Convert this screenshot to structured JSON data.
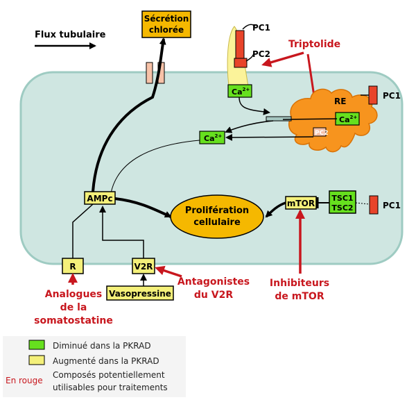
{
  "colors": {
    "cell_fill": "#cfe6e1",
    "cell_stroke": "#9ecbc2",
    "decreased": "#66e01e",
    "increased": "#f4f07a",
    "secretion": "#f5b800",
    "proliferation": "#f5b800",
    "er": "#f7941e",
    "pc1": "#e8442a",
    "channel": "#f7c2a8",
    "treatment_red": "#c8171e",
    "cilium": "#fbf39a"
  },
  "labels": {
    "flux": "Flux tubulaire",
    "secretion_line1": "Sécrétion",
    "secretion_line2": "chlorée",
    "pc1_top": "PC1",
    "pc2_top": "PC2",
    "triptolide": "Triptolide",
    "ca_cilium": "Ca",
    "ca_er": "Ca",
    "ca_cyto": "Ca",
    "ca_sup": "2+",
    "re": "RE",
    "pc1_er": "PC1",
    "pc2_er": "PC2",
    "ampc": "AMPc",
    "proliferation_line1": "Prolifération",
    "proliferation_line2": "cellulaire",
    "mtor": "mTOR",
    "tsc1": "TSC1",
    "tsc2": "TSC2",
    "pc1_right": "PC1",
    "r": "R",
    "v2r": "V2R",
    "vasopressine": "Vasopressine",
    "analogues_line1": "Analogues",
    "analogues_line2": "de la",
    "analogues_line3": "somatostatine",
    "antagonistes_line1": "Antagonistes",
    "antagonistes_line2": "du V2R",
    "inhibiteurs_line1": "Inhibiteurs",
    "inhibiteurs_line2": "de mTOR"
  },
  "legend": {
    "decreased": "Diminué dans la PKRAD",
    "increased": "Augmenté dans la PKRAD",
    "red_key": "En rouge",
    "red_line1": "Composés potentiellement",
    "red_line2": "utilisables pour traitements"
  }
}
